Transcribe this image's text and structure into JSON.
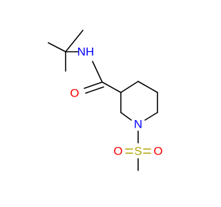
{
  "atoms": {
    "amide_nh": {
      "text": "NH",
      "color": "#0000ff"
    },
    "carbonyl_o": {
      "text": "O",
      "color": "#ff0000"
    },
    "ring_n": {
      "text": "N",
      "color": "#0000ff"
    },
    "sulfur": {
      "text": "S",
      "color": "#b2a200"
    },
    "sulfonyl_o_left": {
      "text": "O",
      "color": "#ff0000"
    },
    "sulfonyl_o_right": {
      "text": "O",
      "color": "#ff0000"
    }
  },
  "colors": {
    "bond": "#000000",
    "oxygen": "#ff0000",
    "nitrogen": "#0000ff",
    "sulfur": "#b2a200"
  }
}
